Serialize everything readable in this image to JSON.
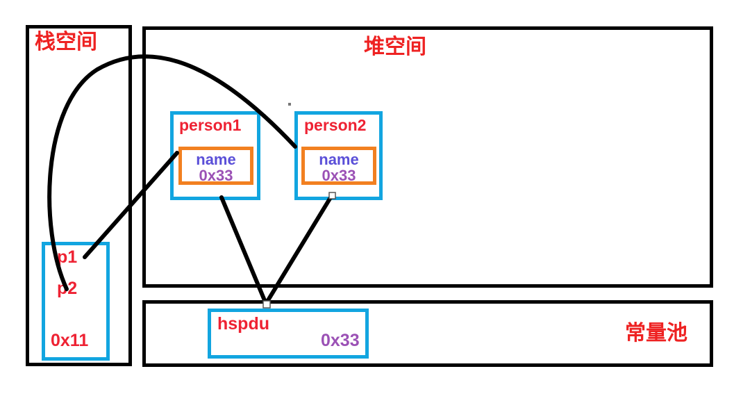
{
  "diagram": {
    "title": "Java memory model: stack, heap and constant pool reference diagram",
    "colors": {
      "region_border": "#000000",
      "box_border": "#12a5e0",
      "inner_border": "#f28020",
      "label_red": "#ee2222",
      "title_red": "#ee2233",
      "field_name": "#5a4fd8",
      "field_value": "#9b51b5",
      "arrow": "#000000",
      "background": "#ffffff"
    },
    "regions": [
      {
        "id": "stack",
        "label": "栈空间"
      },
      {
        "id": "heap",
        "label": "堆空间"
      },
      {
        "id": "pool",
        "label": "常量池"
      }
    ],
    "stack": {
      "label": "栈空间",
      "frame": {
        "vars": [
          {
            "name": "p1"
          },
          {
            "name": "p2"
          }
        ],
        "value": "0x11"
      }
    },
    "heap": {
      "label": "堆空间",
      "objects": [
        {
          "id": "person1",
          "title": "person1",
          "field_name": "name",
          "field_value": "0x33"
        },
        {
          "id": "person2",
          "title": "person2",
          "field_name": "name",
          "field_value": "0x33"
        }
      ]
    },
    "pool": {
      "label": "常量池",
      "entry": {
        "key": "hspdu",
        "address": "0x33"
      }
    },
    "arrows": [
      {
        "id": "p1-to-person1-name",
        "from": "p1",
        "to": "person1.name"
      },
      {
        "id": "p2-to-person2",
        "from": "p2",
        "to": "person2"
      },
      {
        "id": "person1-name-to-pool",
        "from": "person1.name",
        "to": "pool.hspdu"
      },
      {
        "id": "person2-name-to-pool",
        "from": "person2.name",
        "to": "pool.hspdu"
      }
    ]
  }
}
